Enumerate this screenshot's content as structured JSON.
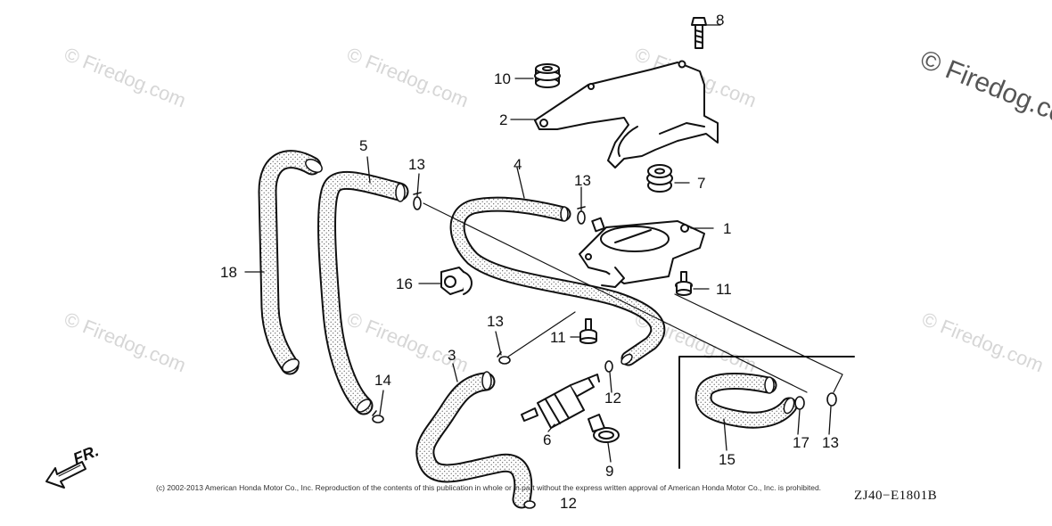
{
  "watermark": {
    "text": "© Firedog.com"
  },
  "callouts": {
    "c1": "1",
    "c2": "2",
    "c3": "3",
    "c4": "4",
    "c5": "5",
    "c6": "6",
    "c7": "7",
    "c8": "8",
    "c9": "9",
    "c10": "10",
    "c11a": "11",
    "c11b": "11",
    "c12a": "12",
    "c12b": "12",
    "c13a": "13",
    "c13b": "13",
    "c13c": "13",
    "c13d": "13",
    "c14": "14",
    "c15": "15",
    "c16": "16",
    "c17": "17",
    "c18": "18"
  },
  "direction_label": "FR.",
  "copyright": "(c) 2002-2013 American Honda Motor Co., Inc. Reproduction of the contents of this publication in whole or in part without the express written approval of American Honda Motor Co., Inc. is prohibited.",
  "diagram_code": "ZJ40−E1801B",
  "colors": {
    "line": "#111111",
    "watermark": "#d6d6d6"
  }
}
